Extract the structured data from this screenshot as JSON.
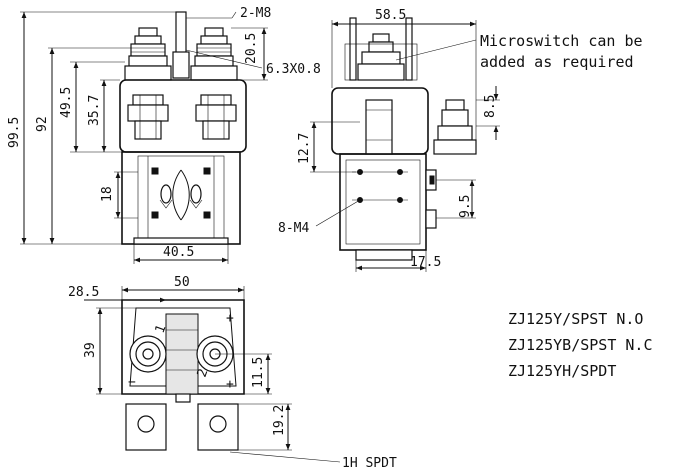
{
  "notes": {
    "microswitch_line1": "Microswitch can be",
    "microswitch_line2": "added as required"
  },
  "models": [
    "ZJ125Y/SPST N.O",
    "ZJ125YB/SPST N.C",
    "ZJ125YH/SPDT"
  ],
  "caption": "1H SPDT",
  "front_view": {
    "thread": "2-M8",
    "tab": "6.3X0.8",
    "h_20_5": "20.5",
    "h_35_7": "35.7",
    "h_49_5": "49.5",
    "h_92": "92",
    "h_99_5": "99.5",
    "h_18": "18",
    "w_40_5": "40.5"
  },
  "side_view": {
    "w_58_5": "58.5",
    "h_8_5": "8.5",
    "h_12_7": "12.7",
    "h_9_5": "9.5",
    "screws": "8-M4",
    "w_17_5": "17.5"
  },
  "top_view": {
    "w_50": "50",
    "w_28_5": "28.5",
    "h_39": "39",
    "h_11_5": "11.5",
    "h_19_2": "19.2",
    "terminal_1": "1",
    "terminal_2": "2",
    "plus_top": "+",
    "minus_left": "−",
    "plus_bottom": "+"
  }
}
